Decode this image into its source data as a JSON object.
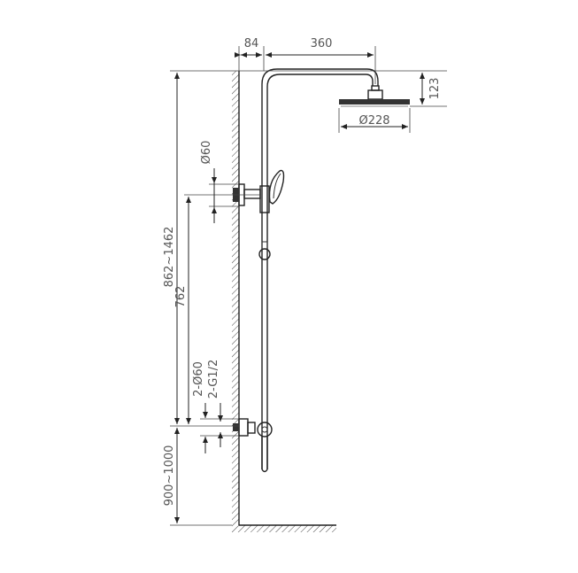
{
  "drawing": {
    "dimensions": {
      "wall_to_pipe": "84",
      "arm_length": "360",
      "head_height": "123",
      "head_diameter": "Ø228",
      "bracket_diameter": "Ø60",
      "total_height_range": "862~1462",
      "bracket_to_inlet": "762",
      "inlet_cover_diameter": "2-Ø60",
      "inlet_thread": "2-G1/2",
      "inlet_height_range": "900~1000"
    },
    "colors": {
      "line": "#333333",
      "text": "#555555"
    }
  }
}
